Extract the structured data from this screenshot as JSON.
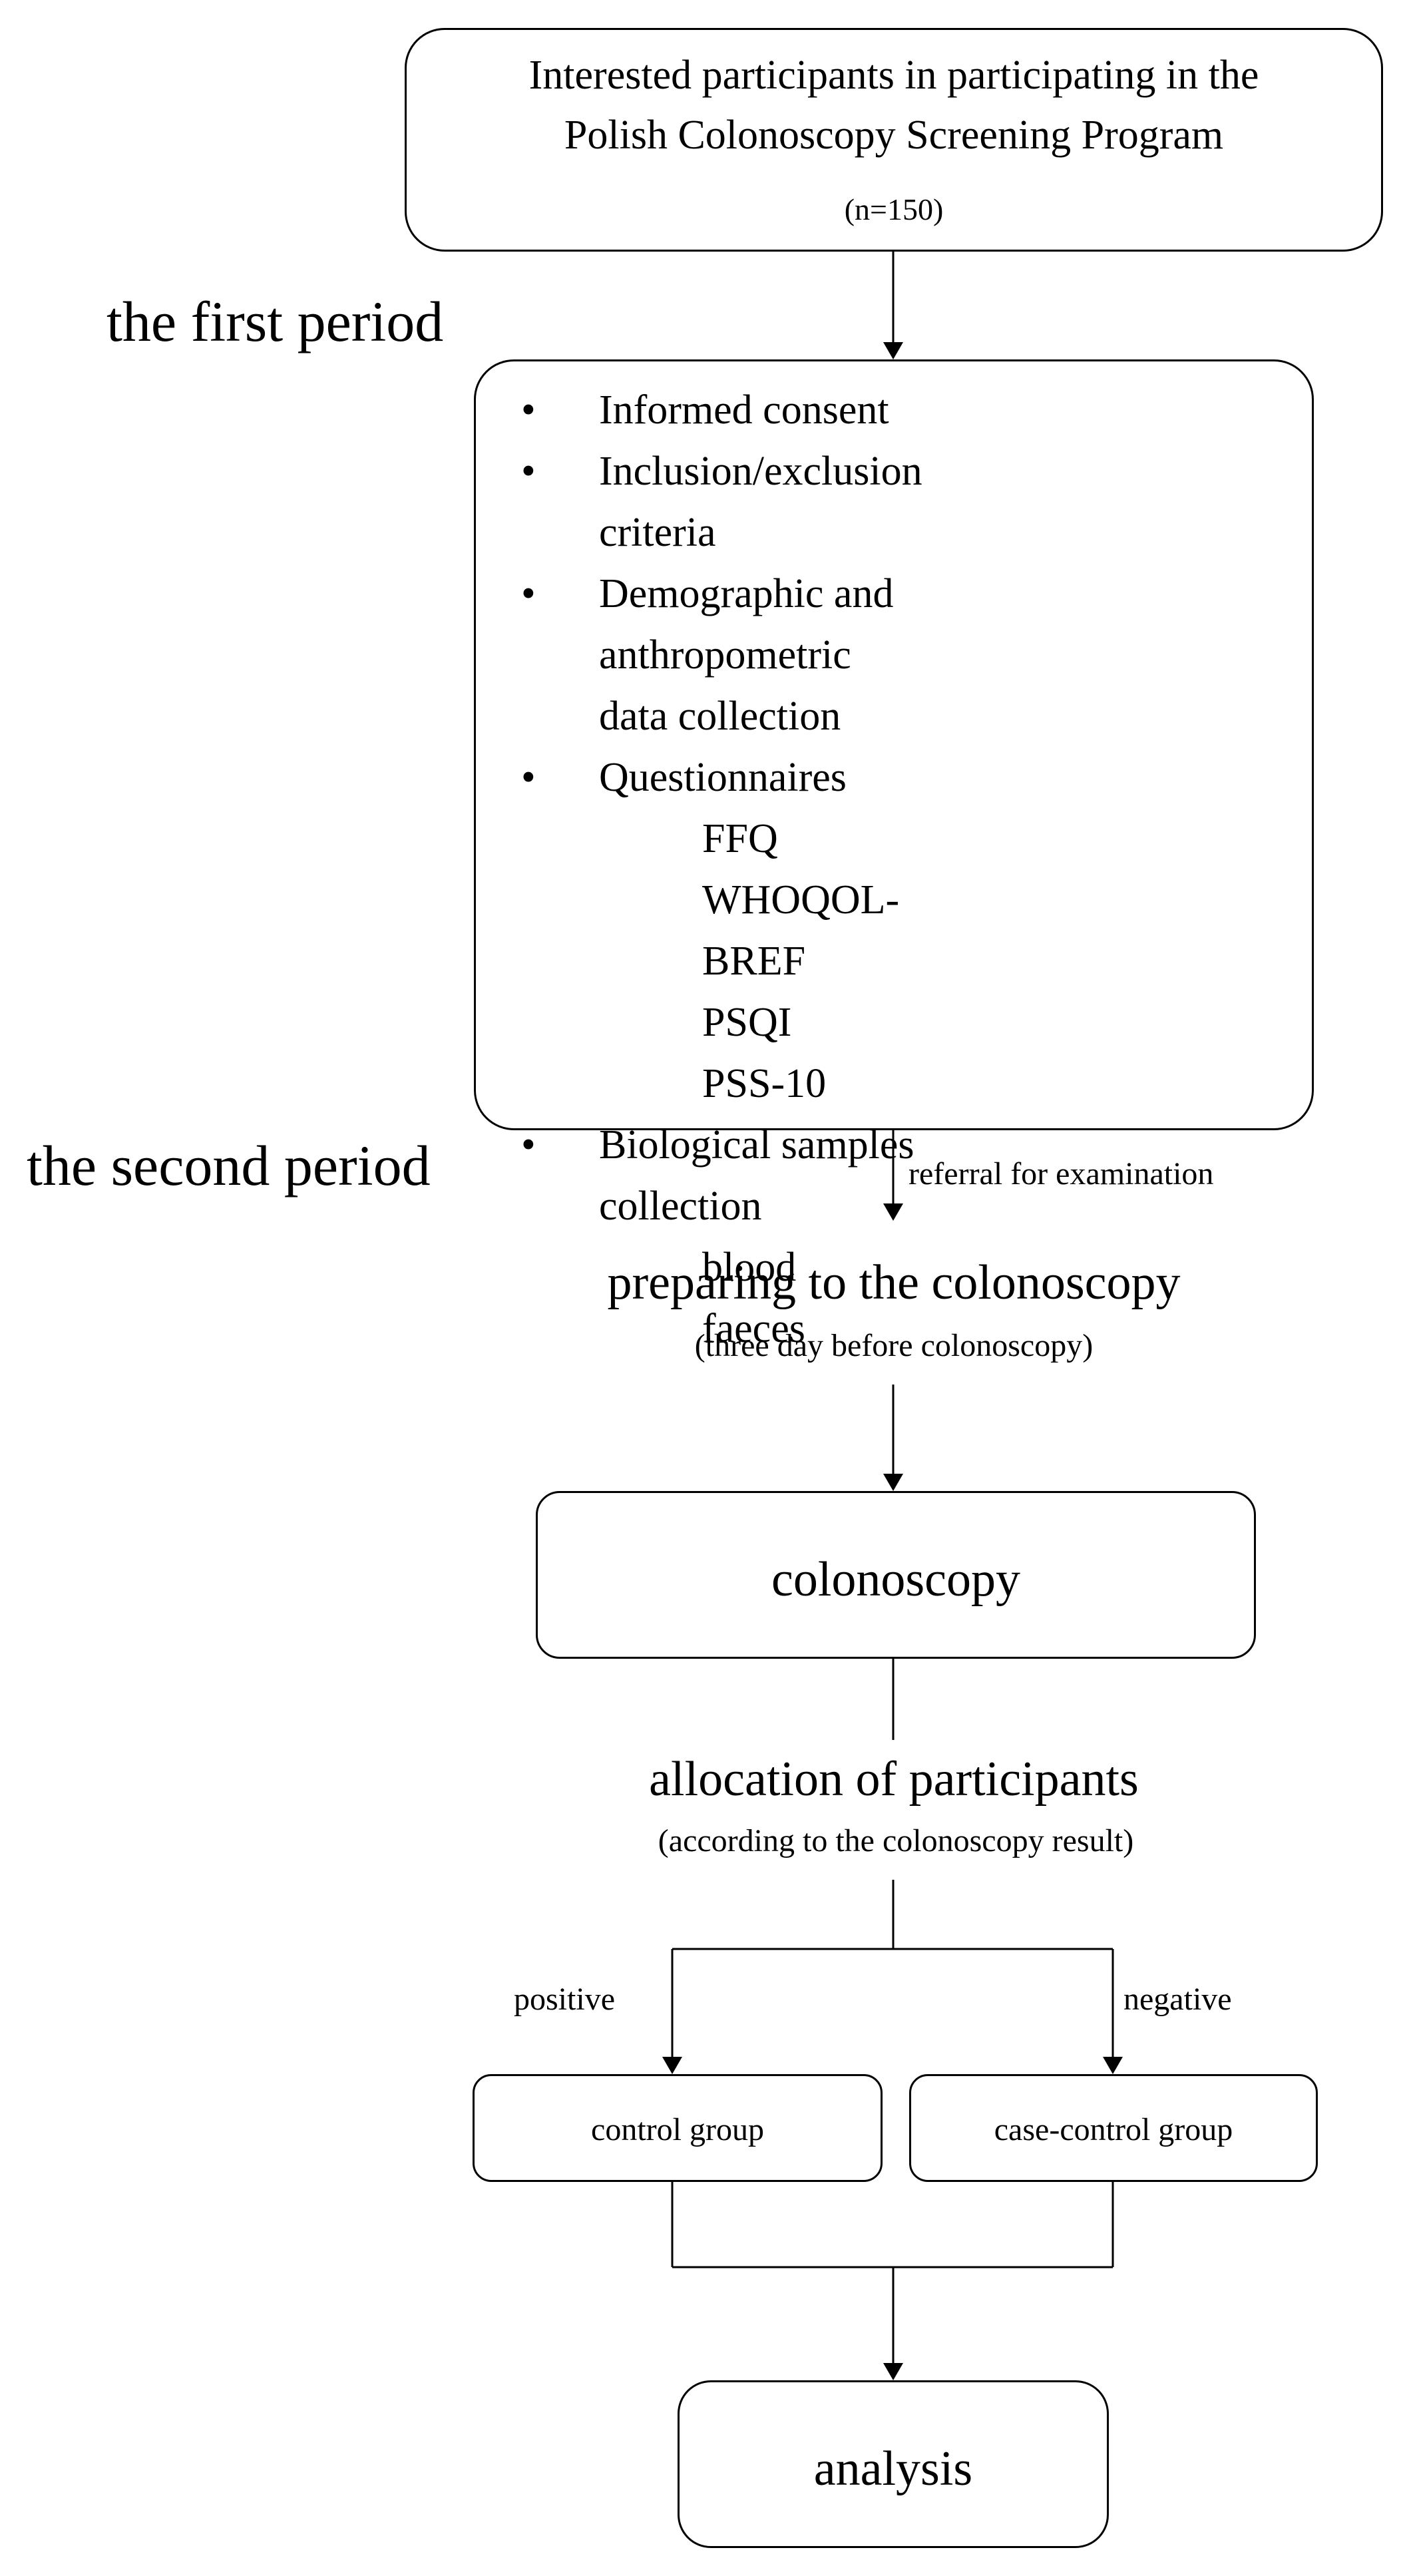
{
  "nodes": {
    "participants": {
      "line1": "Interested participants in participating in the",
      "line2": "Polish Colonoscopy Screening Program",
      "count": "(n=150)"
    },
    "first_period_label": "the first period",
    "first_period_items": [
      {
        "text": "Informed consent",
        "level": 1
      },
      {
        "text": "Inclusion/exclusion  criteria",
        "level": 1
      },
      {
        "text": "Demographic and",
        "level": 1
      },
      {
        "text": "anthropometric data collection",
        "level": 1
      },
      {
        "text": "Questionnaires",
        "level": 1
      },
      {
        "text": "FFQ",
        "level": 2
      },
      {
        "text": "WHOQOL-BREF",
        "level": 2
      },
      {
        "text": "PSQI",
        "level": 2
      },
      {
        "text": "PSS-10",
        "level": 2
      },
      {
        "text": "Biological samples collection",
        "level": 1
      },
      {
        "text": "blood",
        "level": 2
      },
      {
        "text": "faeces",
        "level": 2
      }
    ],
    "second_period_label": "the second period",
    "referral_label": "referral  for  examination",
    "preparing": {
      "title": "preparing  to the colonoscopy",
      "subtitle": "(three day before colonoscopy)"
    },
    "colonoscopy": "colonoscopy",
    "allocation": {
      "title": "allocation  of participants",
      "subtitle": "(according  to the  colonoscopy  result)"
    },
    "positive_label": "positive",
    "negative_label": "negative",
    "control_group": "control  group",
    "case_control_group": "case-control  group",
    "analysis": "analysis"
  }
}
